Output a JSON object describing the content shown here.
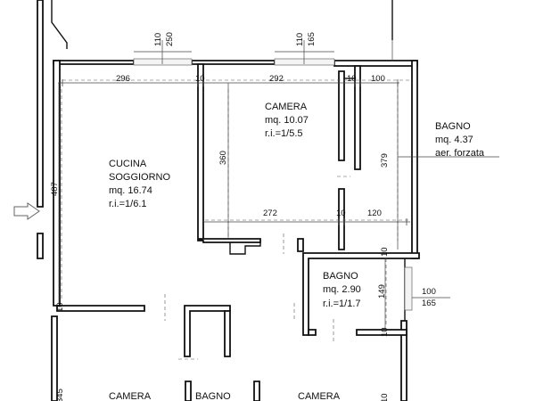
{
  "rooms": {
    "kitchen": {
      "name1": "CUCINA",
      "name2": "SOGGIORNO",
      "area": "mq. 16.74",
      "ri": "r.i.=1/6.1"
    },
    "bedroom_top": {
      "name": "CAMERA",
      "area": "mq. 10.07",
      "ri": "r.i.=1/5.5"
    },
    "bathroom_right": {
      "name": "BAGNO",
      "area": "mq. 4.37",
      "note": "aer. forzata"
    },
    "bathroom_center": {
      "name": "BAGNO",
      "area": "mq. 2.90",
      "ri": "r.i.=1/1.7"
    },
    "bottom_left": {
      "name": "CAMERA"
    },
    "bottom_center": {
      "name": "BAGNO"
    },
    "bottom_right": {
      "name": "CAMERA"
    }
  },
  "dimensions": {
    "top_row": [
      "296",
      "10",
      "292",
      "10",
      "100"
    ],
    "mid_row": [
      "272",
      "10",
      "120"
    ],
    "vertical": [
      "487",
      "360",
      "379",
      "149",
      "345"
    ],
    "windows_top": [
      {
        "w": "110",
        "h": "250"
      },
      {
        "w": "110",
        "h": "165"
      }
    ],
    "window_right": {
      "w": "100",
      "h": "165"
    },
    "small_right": [
      "10",
      "10",
      "10"
    ],
    "small_left": "10"
  }
}
